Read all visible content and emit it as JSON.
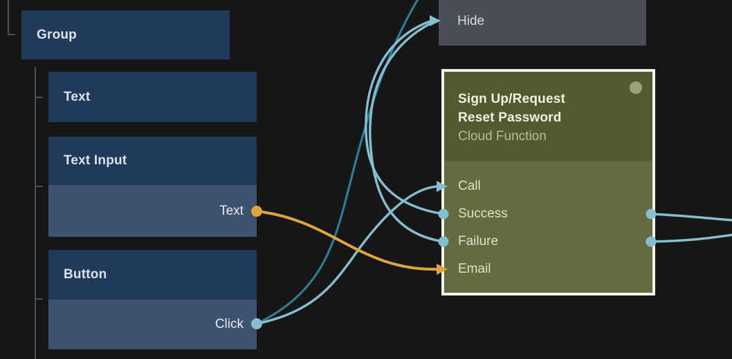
{
  "colors": {
    "background": "#161616",
    "node_blue_header": "#21395a",
    "node_blue_body": "#3d5170",
    "node_gray": "#4b4e57",
    "olive_header": "#525b2e",
    "olive_body": "#636c3f",
    "olive_border": "#f2f1ec",
    "status_dot": "#99a27f",
    "wire_blue": "#85bdd1",
    "wire_teal": "#2e7d95",
    "wire_orange": "#dfa43c",
    "tree_line": "#505050"
  },
  "tree": {
    "group": {
      "label": "Group"
    },
    "children": [
      {
        "label": "Text",
        "ports": []
      },
      {
        "label": "Text Input",
        "ports": [
          {
            "name": "Text",
            "type": "output",
            "color": "#dfa43c"
          }
        ]
      },
      {
        "label": "Button",
        "ports": [
          {
            "name": "Click",
            "type": "output",
            "color": "#85bdd1"
          }
        ]
      }
    ]
  },
  "hide_node": {
    "label": "Hide"
  },
  "signup_node": {
    "title_line1": "Sign Up/Request",
    "title_line2": "Reset Password",
    "subtitle": "Cloud Function",
    "ports": [
      {
        "name": "Call",
        "side": "input-signal"
      },
      {
        "name": "Success",
        "side": "output"
      },
      {
        "name": "Failure",
        "side": "output"
      },
      {
        "name": "Email",
        "side": "input-value"
      }
    ]
  },
  "wires": [
    {
      "from": "Text Input.Text",
      "to": "Sign Up/Request Reset Password.Email",
      "color": "#dfa43c"
    },
    {
      "from": "Button.Click",
      "to": "Sign Up/Request Reset Password.Call",
      "color": "#85bdd1"
    },
    {
      "from": "Button.Click",
      "to": "offscreen-top",
      "color": "#2e7d95"
    },
    {
      "from": "Sign Up/Request Reset Password.Success",
      "to": "Hide",
      "color": "#85bdd1"
    },
    {
      "from": "Sign Up/Request Reset Password.Failure",
      "to": "Hide",
      "color": "#85bdd1"
    },
    {
      "from": "Sign Up/Request Reset Password.Success",
      "to": "offscreen-right",
      "color": "#85bdd1"
    },
    {
      "from": "Sign Up/Request Reset Password.Failure",
      "to": "offscreen-right",
      "color": "#85bdd1"
    }
  ]
}
